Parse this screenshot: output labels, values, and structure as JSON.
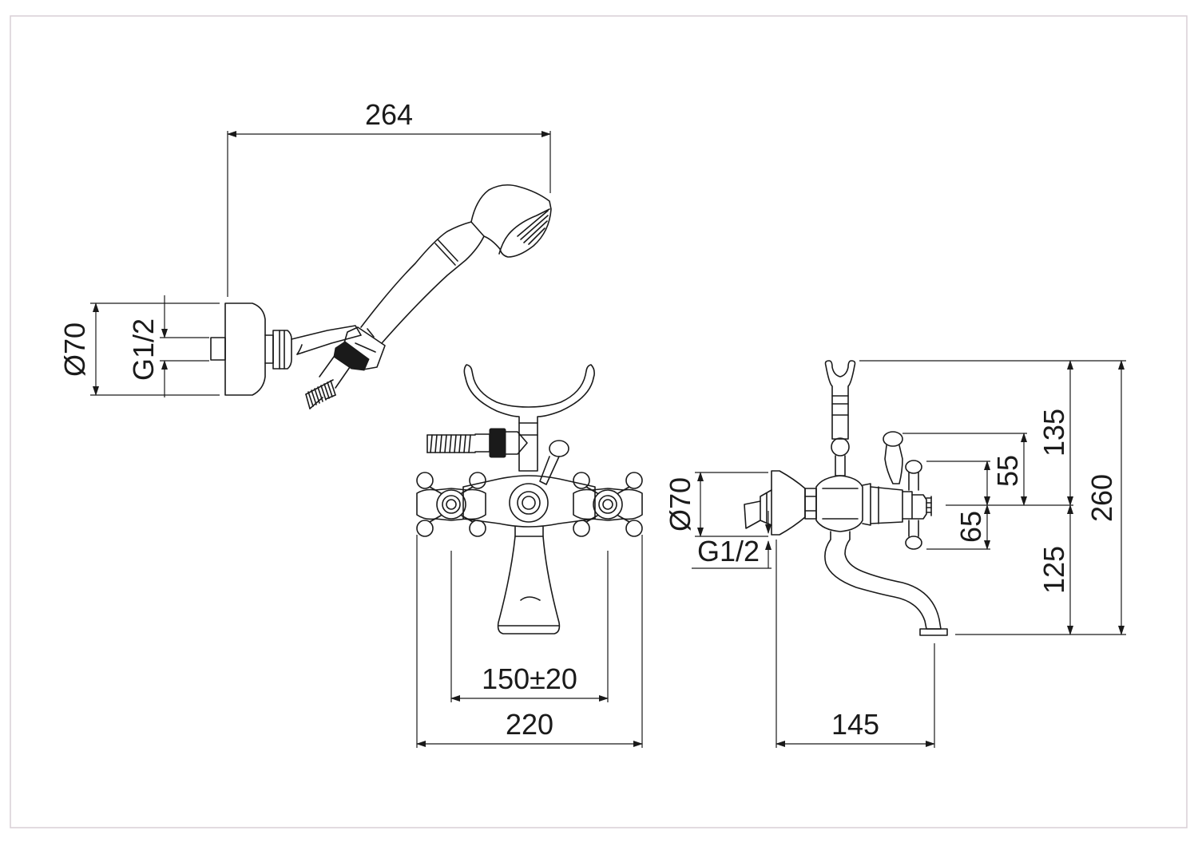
{
  "dimensions": {
    "handshower_length": "264",
    "handshower_wall_diameter": "Ø70",
    "handshower_connection": "G1/2",
    "mixer_centres": "150±20",
    "mixer_width": "220",
    "side_wall_diameter": "Ø70",
    "side_connection": "G1/2",
    "spout_projection": "145",
    "handle_height_135": "135",
    "handle_height_55": "55",
    "handle_height_65": "65",
    "spout_height_125": "125",
    "overall_height": "260"
  },
  "colors": {
    "line": "#1a1a1a",
    "frame": "#d9cfd6",
    "background": "#ffffff"
  }
}
